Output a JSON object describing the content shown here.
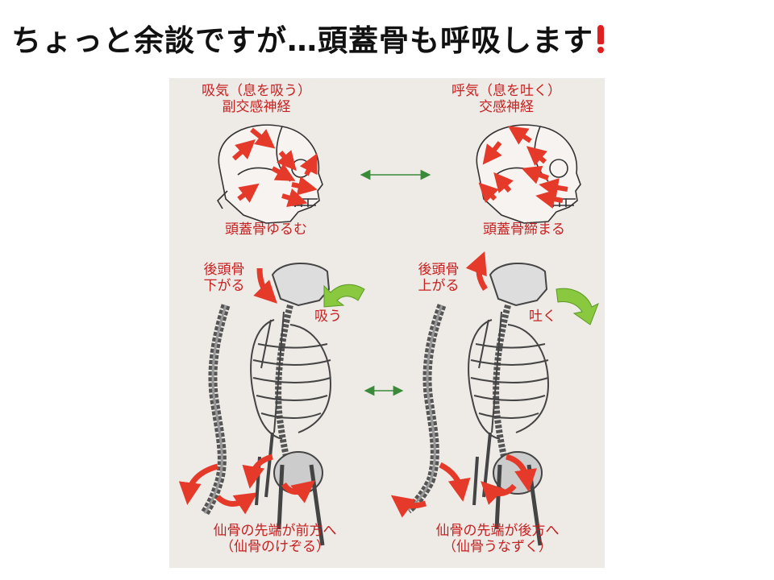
{
  "slide": {
    "title": "ちょっと余談ですが…頭蓋骨も呼吸します"
  },
  "icons": {
    "title_mark": "exclamation-icon",
    "title_mark_color": "#e02020"
  },
  "colors": {
    "label_red": "#c62020",
    "arrow_red": "#e53a2a",
    "arrow_green": "#2f8a3a",
    "background": "#eeeae6"
  },
  "figure": {
    "inhale": {
      "title_line1": "吸気（息を吸う）",
      "title_line2": "副交感神経",
      "skull_caption": "頭蓋骨ゆるむ",
      "occiput_line1": "後頭骨",
      "occiput_line2": "下がる",
      "breath": "吸う",
      "sacrum_line1": "仙骨の先端が前方へ",
      "sacrum_line2": "（仙骨のけぞる）"
    },
    "exhale": {
      "title_line1": "呼気（息を吐く）",
      "title_line2": "交感神経",
      "skull_caption": "頭蓋骨締まる",
      "occiput_line1": "後頭骨",
      "occiput_line2": "上がる",
      "breath": "吐く",
      "sacrum_line1": "仙骨の先端が後方へ",
      "sacrum_line2": "（仙骨うなずく）"
    }
  }
}
